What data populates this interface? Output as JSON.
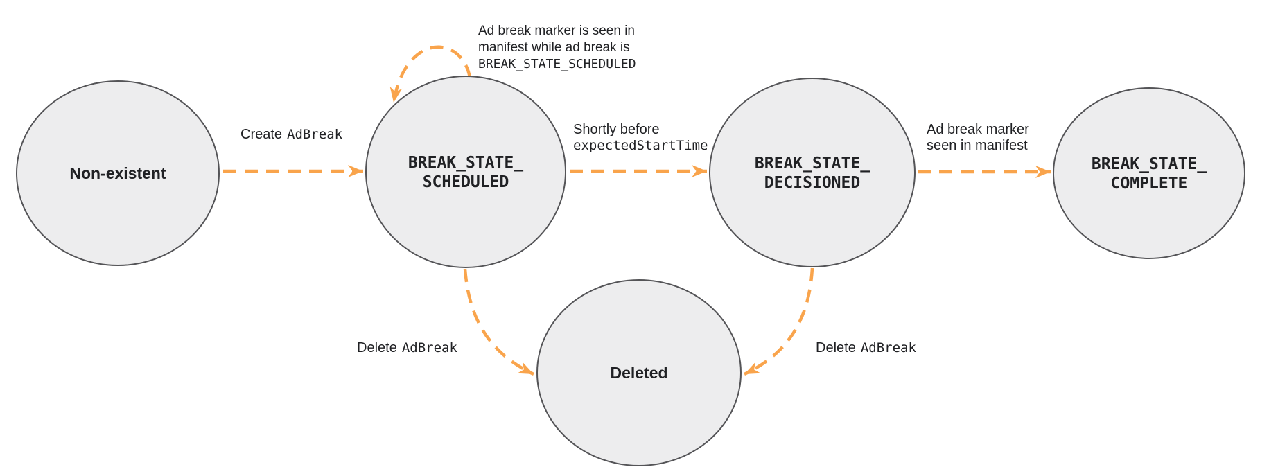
{
  "colors": {
    "arrow": "#F9A44C",
    "node_fill": "#EDEDEE",
    "node_border": "#545457",
    "text": "#202124",
    "background": "#FFFFFF"
  },
  "states": {
    "non_existent": {
      "label": "Non-existent"
    },
    "scheduled": {
      "line1": "BREAK_STATE_",
      "line2": "SCHEDULED"
    },
    "decisioned": {
      "line1": "BREAK_STATE_",
      "line2": "DECISIONED"
    },
    "complete": {
      "line1": "BREAK_STATE_",
      "line2": "COMPLETE"
    },
    "deleted": {
      "label": "Deleted"
    }
  },
  "transitions": {
    "create": {
      "text": "Create",
      "code": "AdBreak"
    },
    "self_loop": {
      "line1": "Ad break marker is seen in",
      "line2": "manifest while ad break is",
      "line3_code": "BREAK_STATE_SCHEDULED"
    },
    "to_decisioned": {
      "line1": "Shortly before",
      "line2_code": "expectedStartTime"
    },
    "to_complete": {
      "line1": "Ad break marker",
      "line2": "seen in manifest"
    },
    "delete_from_scheduled": {
      "text": "Delete",
      "code": "AdBreak"
    },
    "delete_from_decisioned": {
      "text": "Delete",
      "code": "AdBreak"
    }
  }
}
